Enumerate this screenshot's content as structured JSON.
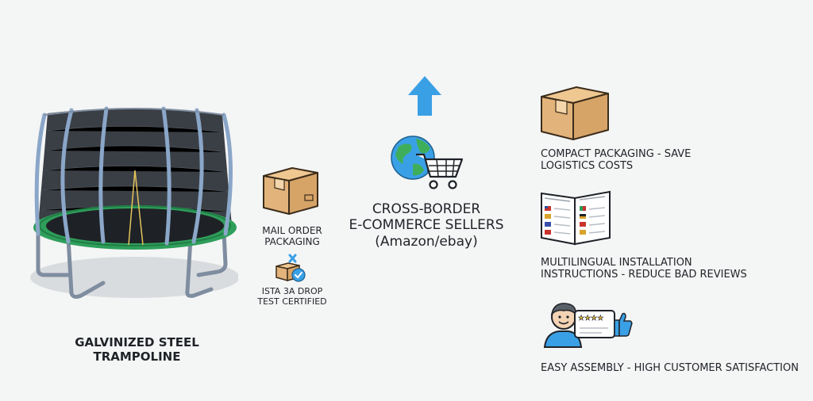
{
  "product": {
    "title_line1": "GALVINIZED STEEL",
    "title_line2": "TRAMPOLINE"
  },
  "packaging": {
    "line1": "MAIL ORDER",
    "line2": "PACKAGING",
    "cert_line1": "ISTA 3A DROP",
    "cert_line2": "TEST CERTIFIED"
  },
  "sellers": {
    "line1": "CROSS-BORDER",
    "line2": "E-COMMERCE SELLERS",
    "line3": "(Amazon/ebay)"
  },
  "benefits": [
    {
      "line1": "COMPACT PACKAGING - SAVE",
      "line2": "LOGISTICS COSTS",
      "icon": "cardboard-box-icon"
    },
    {
      "line1": "MULTILINGUAL INSTALLATION",
      "line2": "INSTRUCTIONS - REDUCE BAD REVIEWS",
      "icon": "manual-flags-icon"
    },
    {
      "line1": "EASY ASSEMBLY - HIGH CUSTOMER SATISFACTION",
      "icon": "happy-customer-icon"
    }
  ],
  "colors": {
    "arrow": "#3aa0e6",
    "box": "#e2b37a",
    "trampoline_pad": "#2f9e5b",
    "frame": "#8aa6c8",
    "text": "#1f2328"
  }
}
